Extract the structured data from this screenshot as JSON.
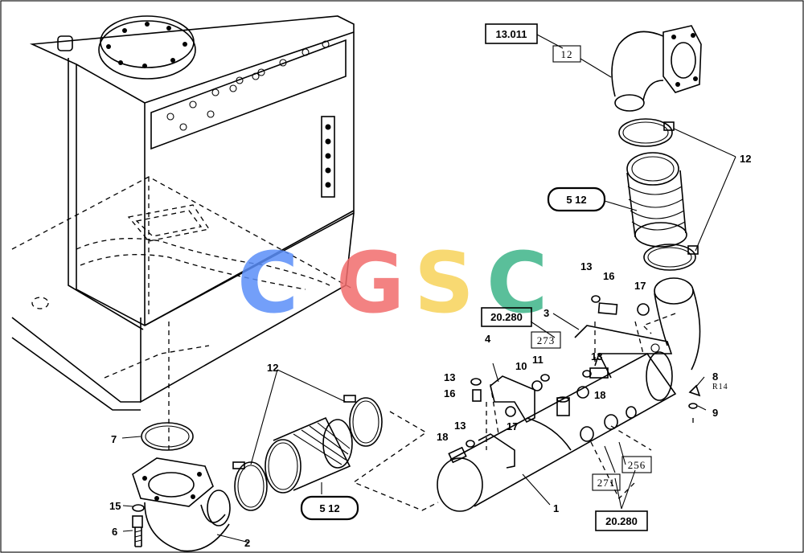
{
  "diagram": {
    "ref_boxes": {
      "r13011": "13.011",
      "r12": "12",
      "r20280a": "20.280",
      "r273": "273",
      "r271": "271",
      "r256": "256",
      "r20280b": "20.280"
    },
    "rounded_labels": {
      "upper": "5 12",
      "lower": "5 12"
    },
    "part_numbers": {
      "p1": "1",
      "p2": "2",
      "p3": "3",
      "p4": "4",
      "p6": "6",
      "p7": "7",
      "p8": "8",
      "p9": "9",
      "p10": "10",
      "p11": "11",
      "p12a": "12",
      "p12b": "12",
      "p13a": "13",
      "p13b": "13",
      "p13c": "13",
      "p13d": "13",
      "p15": "15",
      "p16a": "16",
      "p16b": "16",
      "p17a": "17",
      "p17b": "17",
      "p18a": "18",
      "p18b": "18",
      "r14": "R14"
    },
    "watermark": {
      "letters": [
        "C",
        "G",
        "S",
        "C"
      ],
      "colors": [
        "#5b8ff9",
        "#f26d6d",
        "#f7d35a",
        "#3eb489"
      ]
    }
  }
}
